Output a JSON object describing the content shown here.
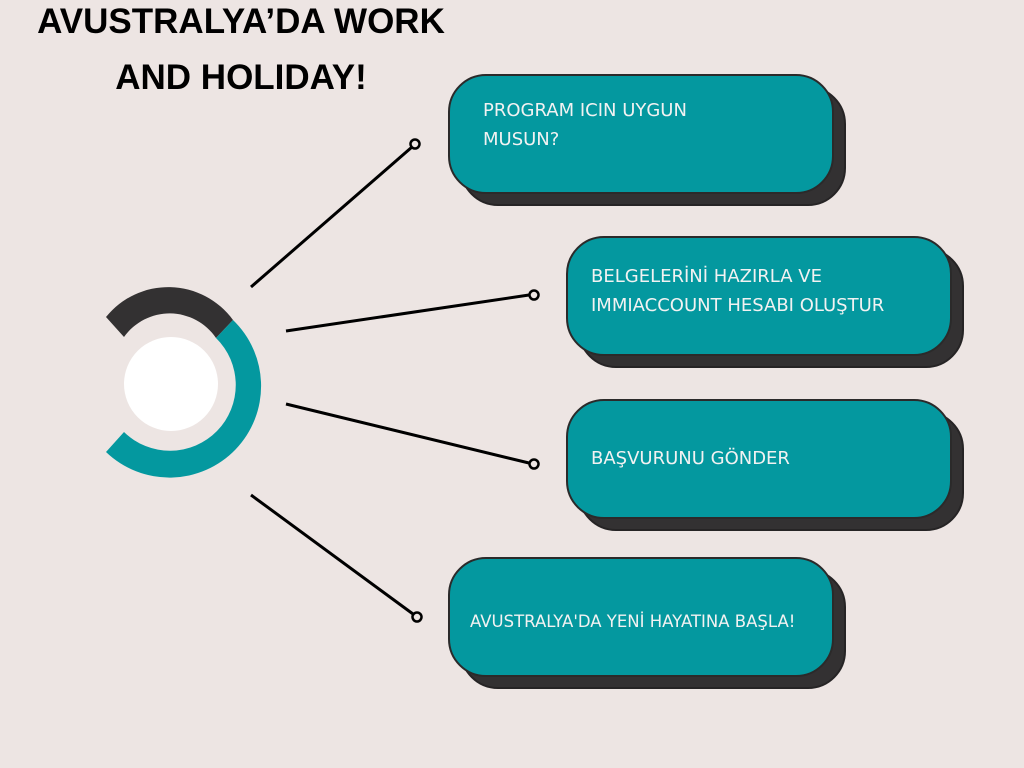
{
  "title": {
    "line1": "AVUSTRALYA’DA WORK",
    "line2": "AND HOLIDAY!"
  },
  "colors": {
    "background": "#ede5e3",
    "teal": "#04989f",
    "dark": "#333132",
    "center_circle": "#ffffff",
    "connector": "#000000"
  },
  "steps": [
    {
      "label": "PROGRAM ICIN UYGUN MUSUN?"
    },
    {
      "label": "BELGELERİNİ HAZIRLA VE IMMIACCOUNT HESABI OLUŞTUR"
    },
    {
      "label": "BAŞVURUNU GÖNDER"
    },
    {
      "label": "AVUSTRALYA'DA YENİ HAYATINA BAŞLA!"
    }
  ]
}
